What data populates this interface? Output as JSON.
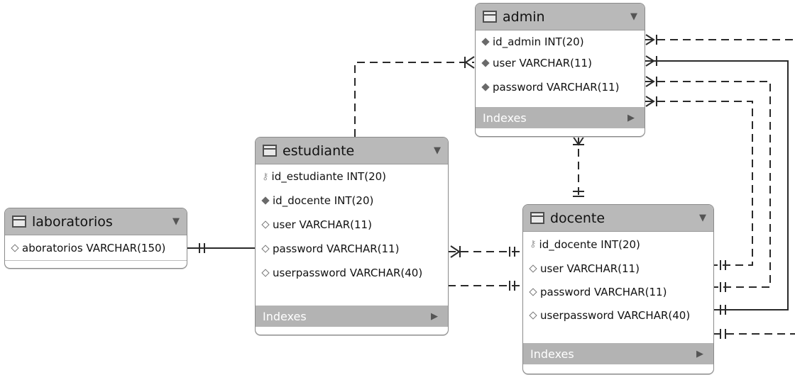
{
  "tables": {
    "admin": {
      "name": "admin",
      "columns": [
        {
          "text": "id_admin INT(20)",
          "icon": "fk-diamond-icon"
        },
        {
          "text": "user VARCHAR(11)",
          "icon": "fk-diamond-icon"
        },
        {
          "text": "password VARCHAR(11)",
          "icon": "fk-diamond-icon"
        }
      ],
      "indexes_label": "Indexes"
    },
    "estudiante": {
      "name": "estudiante",
      "columns": [
        {
          "text": "id_estudiante INT(20)",
          "icon": "primary-key-icon"
        },
        {
          "text": "id_docente INT(20)",
          "icon": "fk-diamond-icon"
        },
        {
          "text": "user VARCHAR(11)",
          "icon": "column-diamond-icon"
        },
        {
          "text": "password VARCHAR(11)",
          "icon": "column-diamond-icon"
        },
        {
          "text": "userpassword VARCHAR(40)",
          "icon": "column-diamond-icon"
        }
      ],
      "indexes_label": "Indexes"
    },
    "laboratorios": {
      "name": "laboratorios",
      "columns": [
        {
          "text": "aboratorios VARCHAR(150)",
          "icon": "column-diamond-icon"
        }
      ]
    },
    "docente": {
      "name": "docente",
      "columns": [
        {
          "text": "id_docente INT(20)",
          "icon": "primary-key-icon"
        },
        {
          "text": "user VARCHAR(11)",
          "icon": "column-diamond-icon"
        },
        {
          "text": "password VARCHAR(11)",
          "icon": "column-diamond-icon"
        },
        {
          "text": "userpassword VARCHAR(40)",
          "icon": "column-diamond-icon"
        }
      ],
      "indexes_label": "Indexes"
    }
  },
  "colors": {
    "header": "#b9b9b9",
    "footer": "#b3b3b3",
    "line": "#2a2a2a",
    "border": "#8a8a8a"
  }
}
